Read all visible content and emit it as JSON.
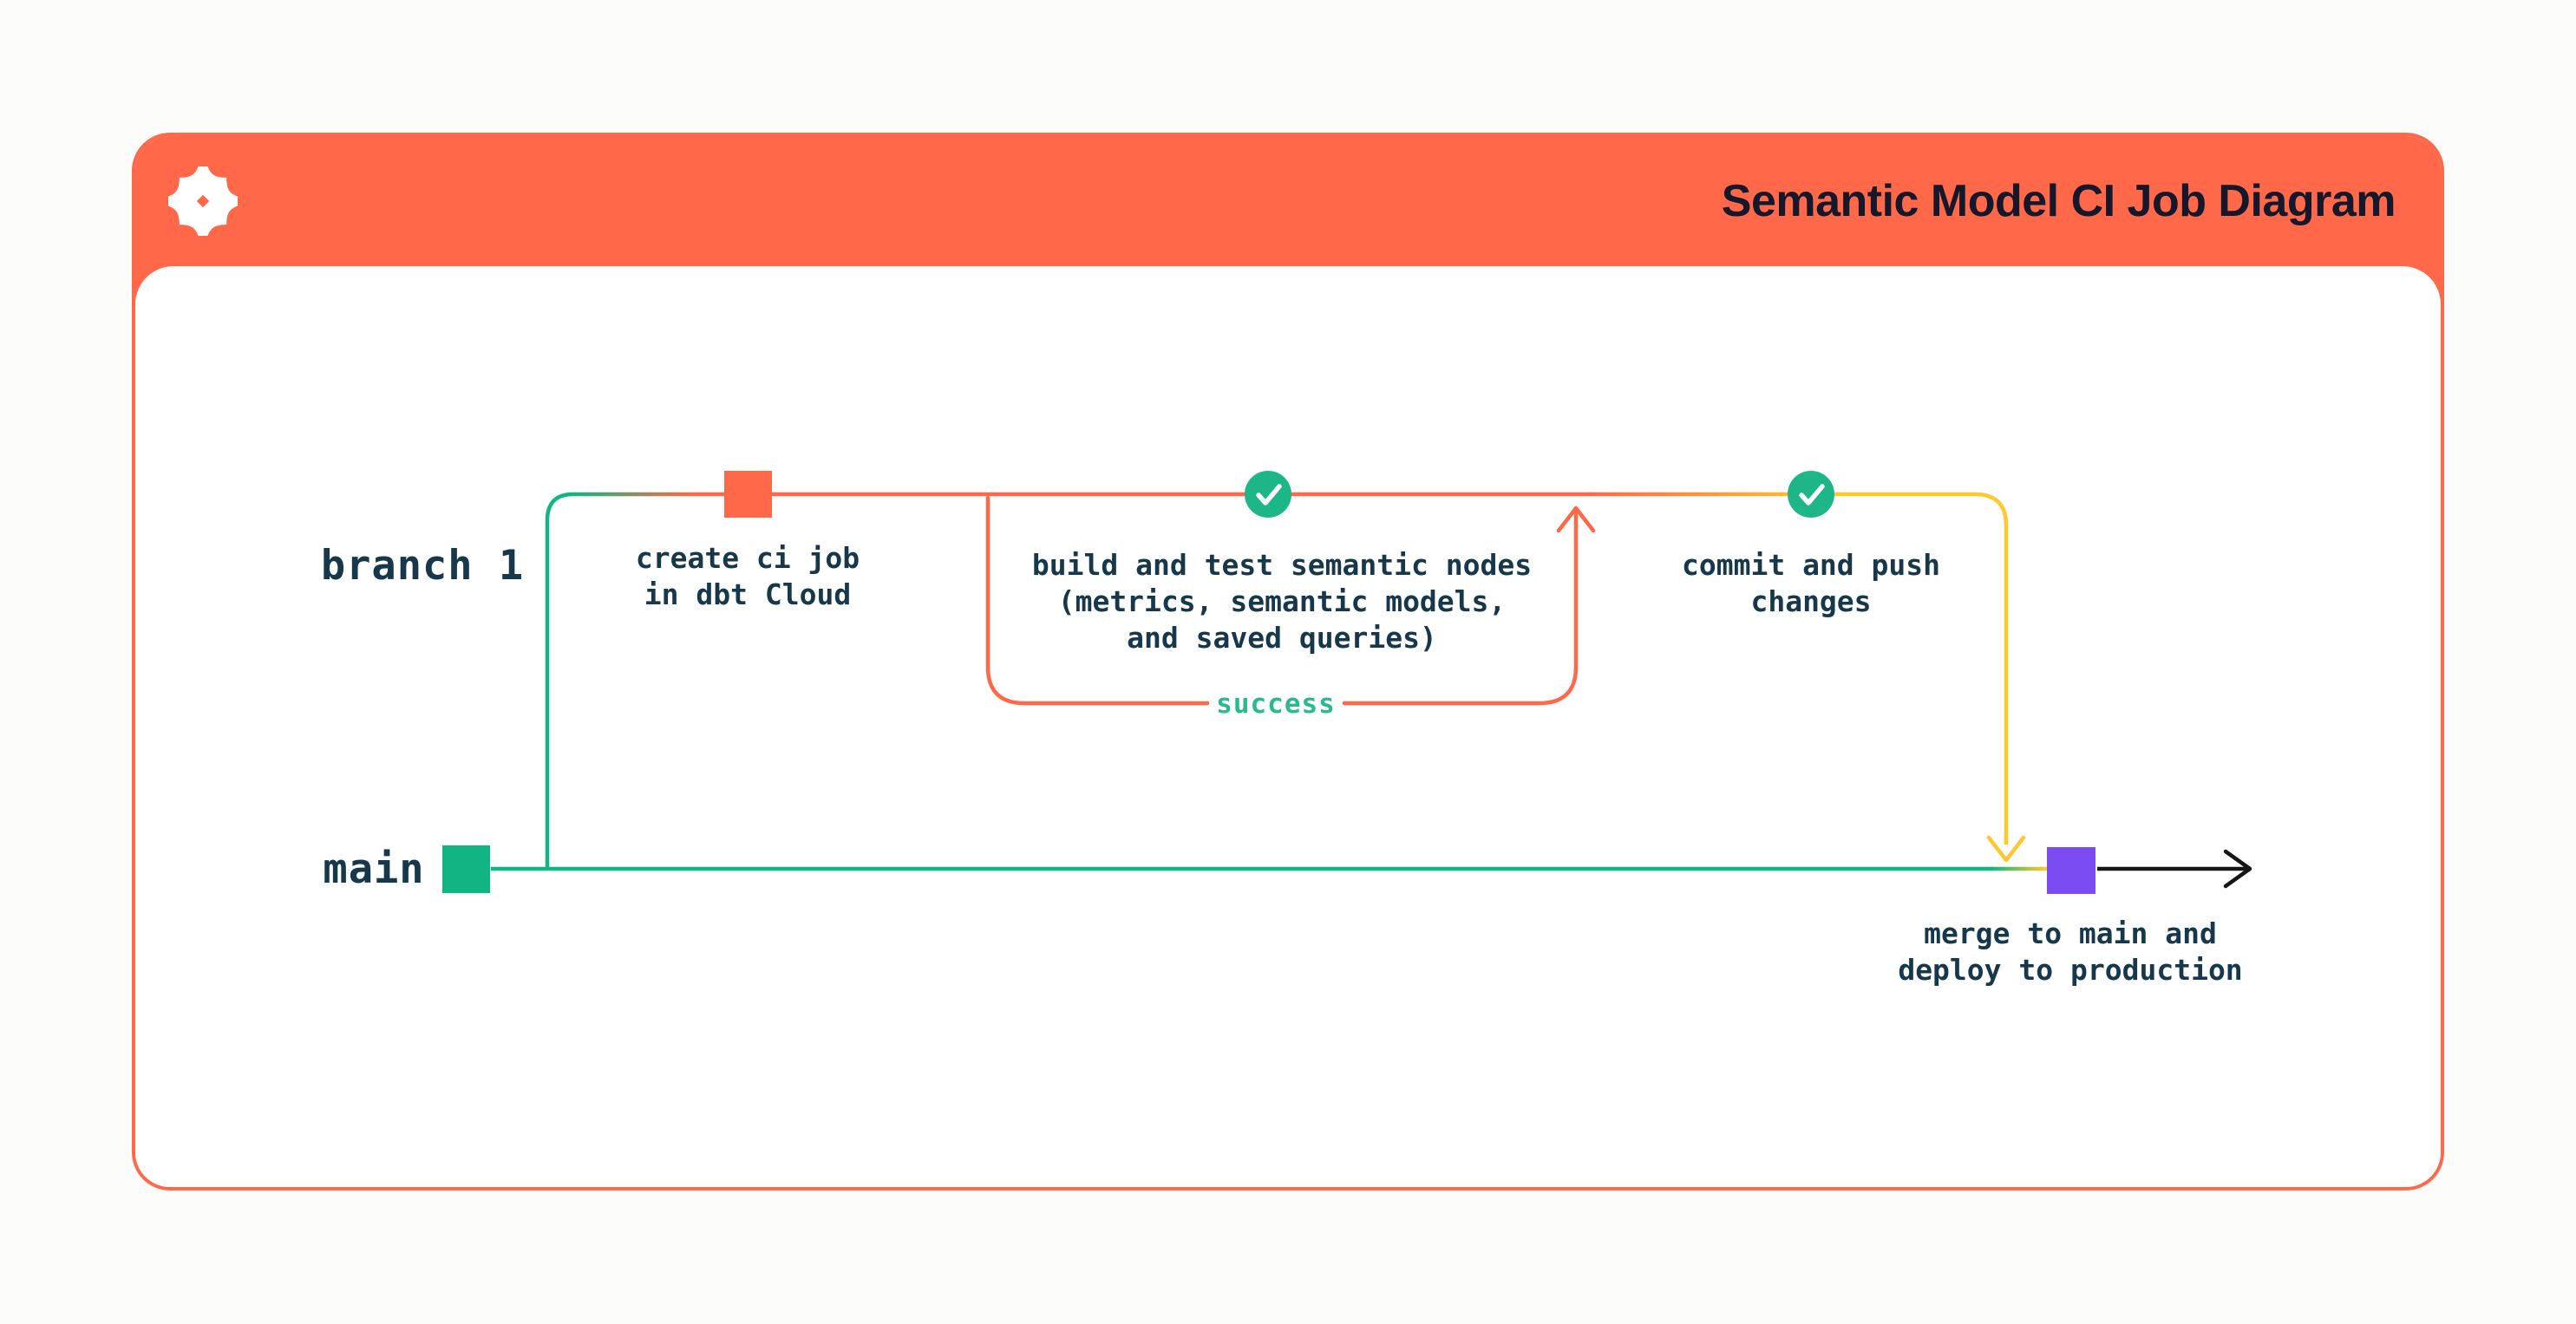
{
  "header": {
    "title": "Semantic Model CI Job Diagram",
    "logo": "dbt-logo",
    "background": "#FF694A",
    "title_color": "#15172A"
  },
  "diagram": {
    "branch_label": "branch 1",
    "main_label": "main",
    "success_label": "success",
    "steps": [
      {
        "id": "create-ci-job",
        "marker": "orange-square",
        "label": "create ci job\nin dbt Cloud"
      },
      {
        "id": "build-and-test",
        "marker": "check-circle",
        "label": "build and test semantic nodes\n(metrics, semantic models,\nand saved queries)"
      },
      {
        "id": "commit-and-push",
        "marker": "check-circle",
        "label": "commit and push\nchanges"
      },
      {
        "id": "merge-deploy",
        "marker": "purple-square",
        "label": "merge to main and\ndeploy to production"
      }
    ]
  },
  "colors": {
    "orange": "#FF694A",
    "teal": "#10B583",
    "yellow": "#FFC82F",
    "purple": "#7C4CF3",
    "check_green": "#1CB687",
    "success_green": "#29BA8F",
    "label_dark": "#16384A",
    "arrow_black": "#161616",
    "card_background": "#FFFFFF",
    "page_background": "#FCFCFA"
  }
}
